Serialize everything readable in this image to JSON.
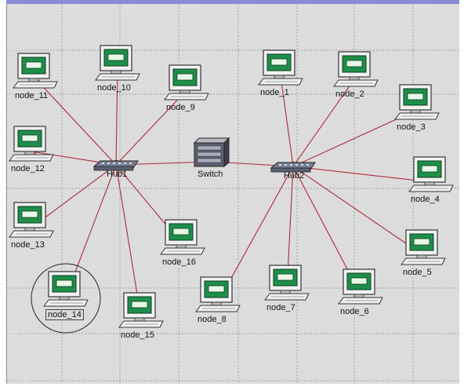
{
  "grid": {
    "x_labels": [
      "0.0",
      "12.5",
      "25.0",
      "37.5",
      "50.0",
      "62.5",
      "75.0",
      "87.5"
    ],
    "y_labels": [
      "12.5",
      "25.0",
      "50.0",
      "75.0",
      "87.5",
      "100.0"
    ],
    "colors": {
      "background": "#dcdcdc",
      "grid_line": "#8c8c8c",
      "link": "#b0283a",
      "border_top": "#8a8ad6"
    }
  },
  "hubs": [
    {
      "id": "hub1",
      "label": "Hub1"
    },
    {
      "id": "hub2",
      "label": "Hub2"
    }
  ],
  "switch": {
    "id": "switch",
    "label": "Switch"
  },
  "nodes": [
    {
      "id": "node_1",
      "label": "node_1",
      "hub": "hub2"
    },
    {
      "id": "node_2",
      "label": "node_2",
      "hub": "hub2"
    },
    {
      "id": "node_3",
      "label": "node_3",
      "hub": "hub2"
    },
    {
      "id": "node_4",
      "label": "node_4",
      "hub": "hub2"
    },
    {
      "id": "node_5",
      "label": "node_5",
      "hub": "hub2"
    },
    {
      "id": "node_6",
      "label": "node_6",
      "hub": "hub2"
    },
    {
      "id": "node_7",
      "label": "node_7",
      "hub": "hub2"
    },
    {
      "id": "node_8",
      "label": "node_8",
      "hub": "hub2"
    },
    {
      "id": "node_9",
      "label": "node_9",
      "hub": "hub1"
    },
    {
      "id": "node_10",
      "label": "node_10",
      "hub": "hub1"
    },
    {
      "id": "node_11",
      "label": "node_11",
      "hub": "hub1"
    },
    {
      "id": "node_12",
      "label": "node_12",
      "hub": "hub1"
    },
    {
      "id": "node_13",
      "label": "node_13",
      "hub": "hub1"
    },
    {
      "id": "node_14",
      "label": "node_14",
      "hub": "hub1",
      "selected": true
    },
    {
      "id": "node_15",
      "label": "node_15",
      "hub": "hub1"
    },
    {
      "id": "node_16",
      "label": "node_16",
      "hub": "hub1"
    }
  ],
  "links": [
    {
      "from": "hub1",
      "to": "switch"
    },
    {
      "from": "switch",
      "to": "hub2"
    }
  ]
}
